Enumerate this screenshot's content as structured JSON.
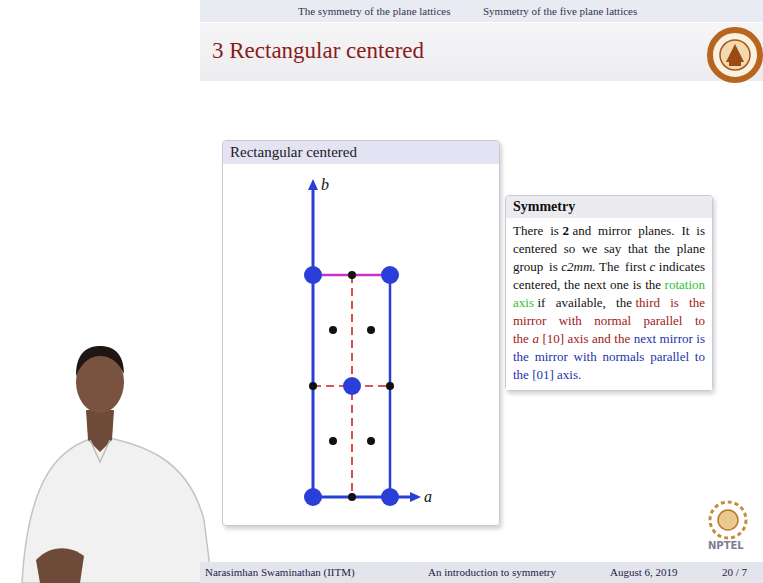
{
  "diagram": {
    "title": "3 Rectangular centered",
    "nodes": [
      {
        "text": [
          "The symmetry of the plane lattices",
          "Symmetry of the five plane lattices"
        ]
      },
      {
        "text": [
          "Rectangular centered"
        ]
      },
      {
        "text": [
          "Symmetry",
          "There is",
          "2",
          "and mirror planes. It is centered so we say that the plane group is",
          "c2mm.",
          "The first",
          "c",
          "indicates centered, the next one is the",
          "rotation axis",
          "if available, the",
          "third is the mirror with normal parallel to the",
          "a",
          "[10] axis and the",
          "next mirror is the mirror with normals parallel to the [01] axis."
        ]
      },
      {
        "text": [
          "Narasimhan Swaminathan (IITM)",
          "An introduction to symmetry",
          "August 6, 2019",
          "20 / 7"
        ]
      }
    ],
    "labels": [
      "b",
      "a",
      "NPTEL"
    ]
  }
}
